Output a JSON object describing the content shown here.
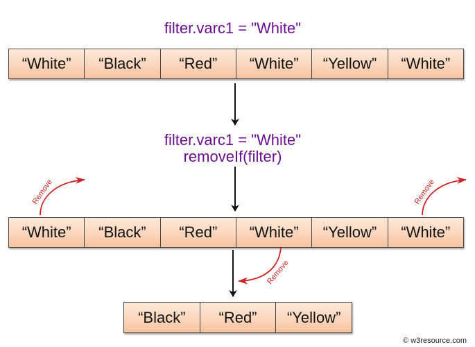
{
  "title_top": "filter.varc1 = \"White\"",
  "title_mid": {
    "line1": "filter.varc1 = \"White\"",
    "line2": "removeIf(filter)"
  },
  "rows": {
    "original": [
      "“White”",
      "“Black”",
      "“Red”",
      "“White”",
      "“Yellow”",
      "“White”"
    ],
    "marked": [
      "“White”",
      "“Black”",
      "“Red”",
      "“White”",
      "“Yellow”",
      "“White”"
    ],
    "result": [
      "“Black”",
      "“Red”",
      "“Yellow”"
    ]
  },
  "remove_label": "Remove",
  "watermark": "© w3resource.com",
  "colors": {
    "title": "#6a0f8e",
    "remove_arrow": "#cc2222",
    "cell_fill": "#fbd6bd",
    "cell_border": "#444444"
  }
}
